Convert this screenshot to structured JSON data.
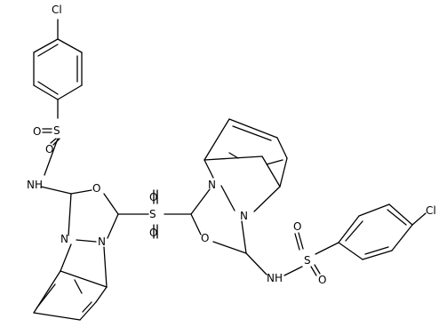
{
  "structure": {
    "atoms": {
      "cl_top": "Cl",
      "o_s_top_a": "O",
      "o_s_top_b": "O",
      "s_top": "S",
      "nh_left": "NH",
      "o_ring_left": "O",
      "n_left_1": "N",
      "n_left_2": "N",
      "s_center": "S",
      "o_center_top": "O",
      "o_center_bottom": "O",
      "n_right_1": "N",
      "n_right_2": "N",
      "o_ring_right": "O",
      "nh_right": "NH",
      "o_s_right_a": "O",
      "o_s_right_b": "O",
      "s_right": "S",
      "cl_right": "Cl"
    }
  }
}
